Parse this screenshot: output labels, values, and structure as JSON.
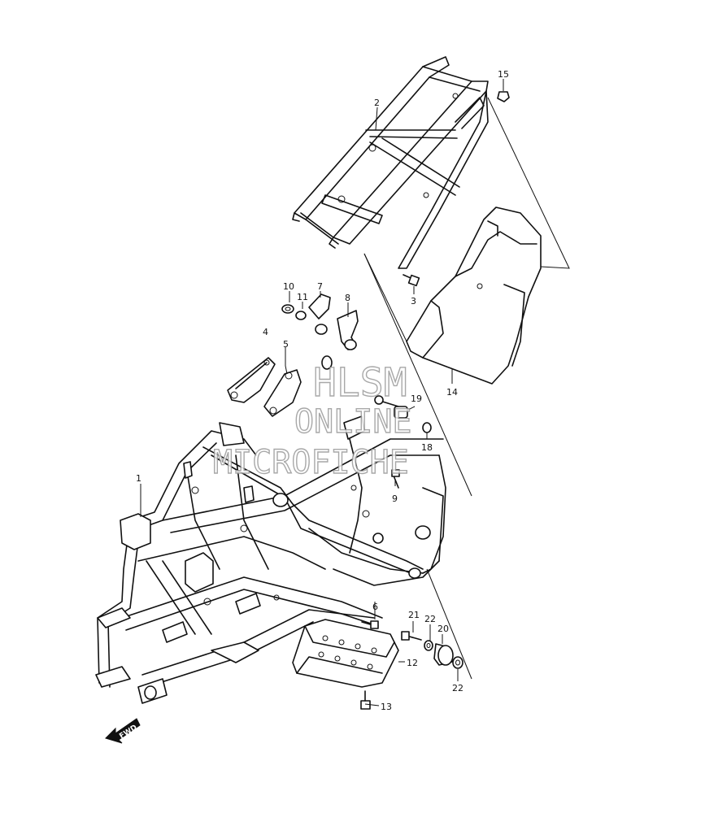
{
  "watermark": {
    "line1": "HLSM",
    "line2": "ONLINE",
    "line3": "MICROFICHE"
  },
  "direction_label": "FWD",
  "callouts": [
    {
      "id": "c1",
      "label": "1"
    },
    {
      "id": "c2",
      "label": "2"
    },
    {
      "id": "c3",
      "label": "3"
    },
    {
      "id": "c4",
      "label": "4"
    },
    {
      "id": "c5",
      "label": "5"
    },
    {
      "id": "c6",
      "label": "6"
    },
    {
      "id": "c7",
      "label": "7"
    },
    {
      "id": "c8",
      "label": "8"
    },
    {
      "id": "c9",
      "label": "9"
    },
    {
      "id": "c10",
      "label": "10"
    },
    {
      "id": "c11",
      "label": "11"
    },
    {
      "id": "c12",
      "label": "12"
    },
    {
      "id": "c13",
      "label": "13"
    },
    {
      "id": "c14",
      "label": "14"
    },
    {
      "id": "c15",
      "label": "15"
    },
    {
      "id": "c18",
      "label": "18"
    },
    {
      "id": "c19",
      "label": "19"
    },
    {
      "id": "c20",
      "label": "20"
    },
    {
      "id": "c21",
      "label": "21"
    },
    {
      "id": "c22a",
      "label": "22"
    },
    {
      "id": "c22b",
      "label": "22"
    }
  ]
}
